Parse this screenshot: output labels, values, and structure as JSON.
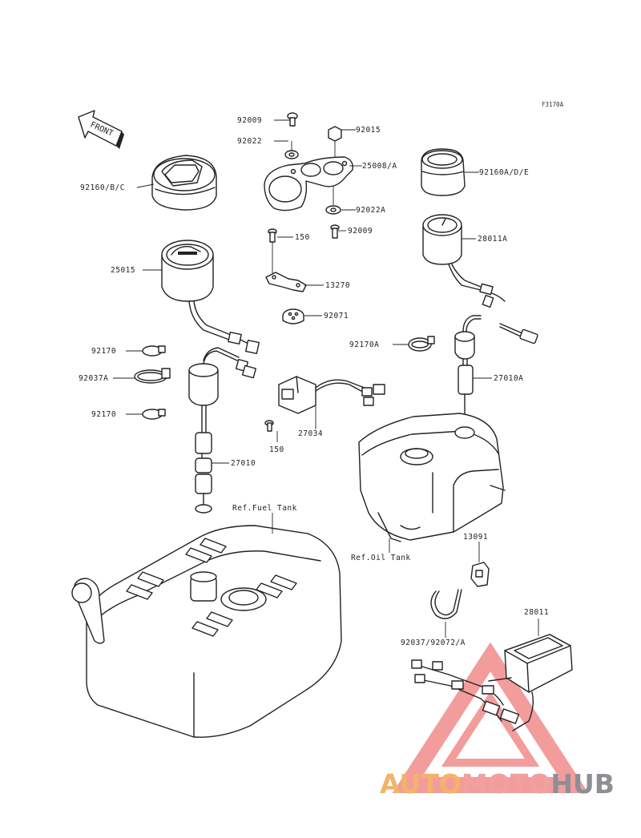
{
  "diagram": {
    "code": "F3170A",
    "front_label": "FRONT",
    "labels": [
      {
        "id": "l92009a",
        "text": "92009"
      },
      {
        "id": "l92015",
        "text": "92015"
      },
      {
        "id": "l92022",
        "text": "92022"
      },
      {
        "id": "l25008",
        "text": "25008/A"
      },
      {
        "id": "l92160bc",
        "text": "92160/B/C"
      },
      {
        "id": "l92160ade",
        "text": "92160A/D/E"
      },
      {
        "id": "l92022a",
        "text": "92022A"
      },
      {
        "id": "l150a",
        "text": "150"
      },
      {
        "id": "l92009b",
        "text": "92009"
      },
      {
        "id": "l28011a",
        "text": "28011A"
      },
      {
        "id": "l25015",
        "text": "25015"
      },
      {
        "id": "l13270",
        "text": "13270"
      },
      {
        "id": "l92071",
        "text": "92071"
      },
      {
        "id": "l92170",
        "text": "92170"
      },
      {
        "id": "l92170a",
        "text": "92170A"
      },
      {
        "id": "l92037a",
        "text": "92037A"
      },
      {
        "id": "l27010a",
        "text": "27010A"
      },
      {
        "id": "l92170b",
        "text": "92170"
      },
      {
        "id": "l27034",
        "text": "27034"
      },
      {
        "id": "l150b",
        "text": "150"
      },
      {
        "id": "l27010",
        "text": "27010"
      },
      {
        "id": "lfuel",
        "text": "Ref.Fuel Tank"
      },
      {
        "id": "l13091",
        "text": "13091"
      },
      {
        "id": "loil",
        "text": "Ref.Oil Tank"
      },
      {
        "id": "l28011",
        "text": "28011"
      },
      {
        "id": "l92037",
        "text": "92037/92072/A"
      }
    ]
  },
  "watermark": {
    "part1": "AUTO",
    "part2": "MOTO",
    "part3": "HUB",
    "colors": {
      "auto": "#f2b36b",
      "moto": "#f0a0a0",
      "hub": "#8e8e96",
      "triangle": "#ef7b7b"
    }
  }
}
